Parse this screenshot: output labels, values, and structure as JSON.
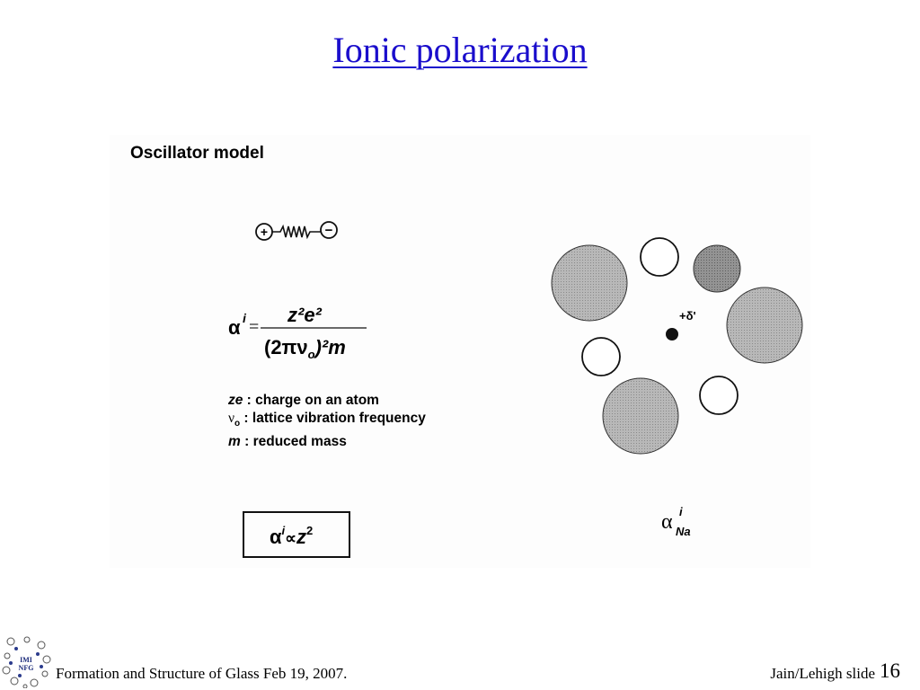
{
  "slide": {
    "title": "Ionic polarization",
    "heading": "Oscillator model",
    "spring": {
      "plus": "+",
      "minus": "−"
    },
    "formula": {
      "alpha": "α",
      "sup_i": "i",
      "equals": "=",
      "numerator": "z²e²",
      "denominator_open": "(2πν",
      "denominator_sub": "o",
      "denominator_close": ")²m"
    },
    "legend": [
      {
        "symbol": "ze",
        "text": " : charge on an atom"
      },
      {
        "symbol": "ν",
        "sub": "o",
        "text": " : lattice vibration frequency"
      },
      {
        "symbol": "m",
        "text": " : reduced mass"
      }
    ],
    "boxed": {
      "alpha": "α",
      "sup": "i",
      "prop": "∝",
      "z": "z",
      "exp": "2"
    },
    "lattice": {
      "charge_label": "+δ'"
    },
    "alpha_na": {
      "alpha": "α",
      "sup": "i",
      "sub": "Na"
    }
  },
  "footer": {
    "left": "Formation and Structure of Glass Feb 19, 2007.",
    "right": "Jain/Lehigh slide",
    "page": "16",
    "logo_text_top": "IMI",
    "logo_text_bottom": "NFG"
  },
  "colors": {
    "title": "#1a0dcc",
    "large_ion_fill": "#b0b0b0",
    "dark_ion_fill": "#8c8c8c"
  }
}
